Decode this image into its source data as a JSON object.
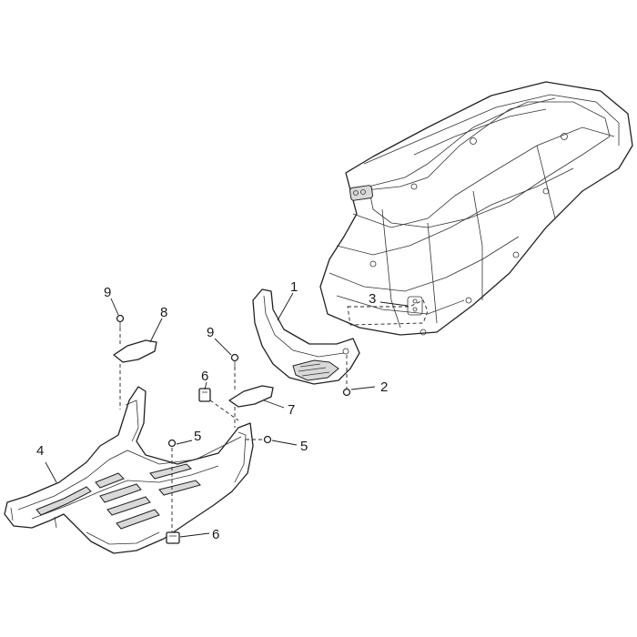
{
  "callouts": {
    "c1": "1",
    "c2": "2",
    "c3": "3",
    "c4": "4",
    "c5a": "5",
    "c5b": "5",
    "c6a": "6",
    "c6b": "6",
    "c7": "7",
    "c8": "8",
    "c9a": "9",
    "c9b": "9"
  },
  "colors": {
    "line": "#222222",
    "shade": "#d9d9d9",
    "background": "#ffffff"
  }
}
